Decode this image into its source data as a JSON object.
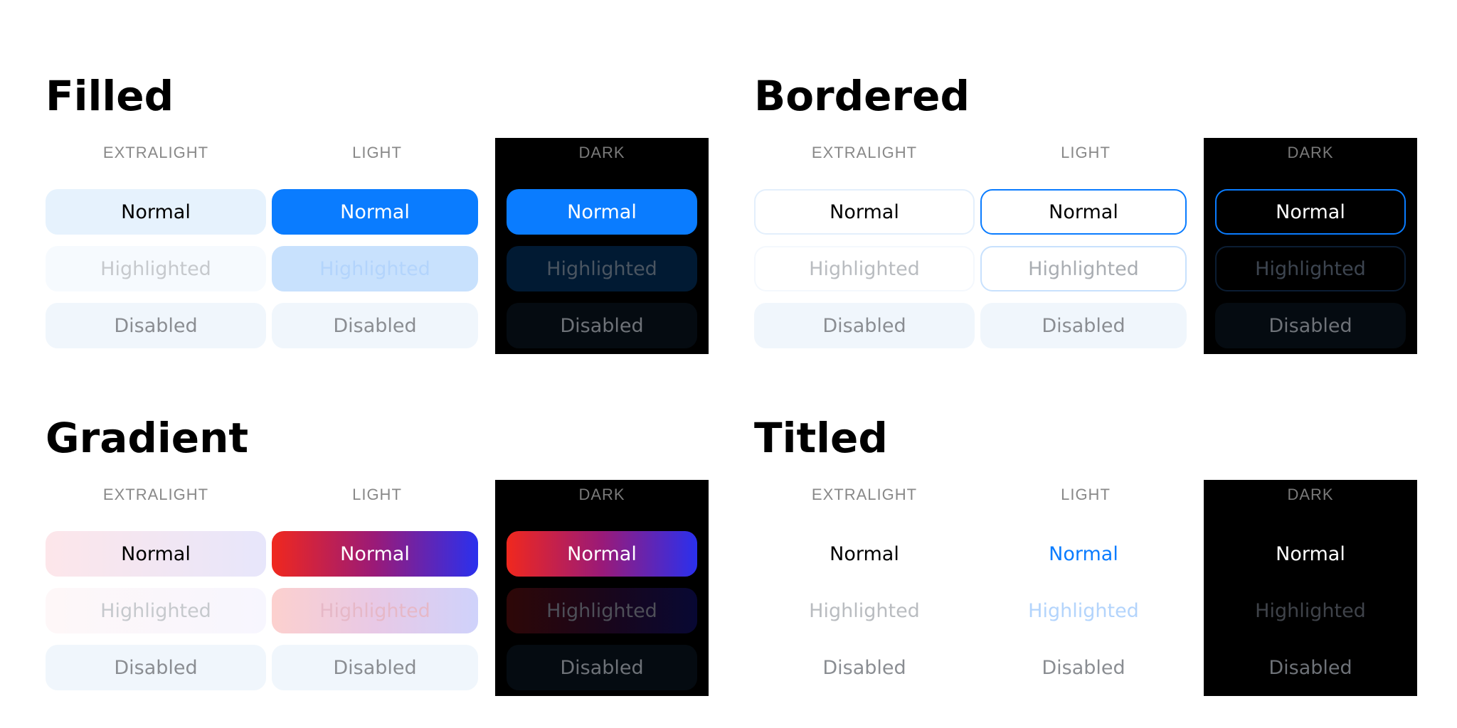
{
  "sections": [
    {
      "key": "filled",
      "title": "Filled",
      "columns": [
        {
          "label": "EXTRALIGHT",
          "normal": "Normal",
          "highlighted": "Highlighted",
          "disabled": "Disabled"
        },
        {
          "label": "LIGHT",
          "normal": "Normal",
          "highlighted": "Highlighted",
          "disabled": "Disabled"
        },
        {
          "label": "DARK",
          "normal": "Normal",
          "highlighted": "Highlighted",
          "disabled": "Disabled"
        }
      ]
    },
    {
      "key": "bordered",
      "title": "Bordered",
      "columns": [
        {
          "label": "EXTRALIGHT",
          "normal": "Normal",
          "highlighted": "Highlighted",
          "disabled": "Disabled"
        },
        {
          "label": "LIGHT",
          "normal": "Normal",
          "highlighted": "Highlighted",
          "disabled": "Disabled"
        },
        {
          "label": "DARK",
          "normal": "Normal",
          "highlighted": "Highlighted",
          "disabled": "Disabled"
        }
      ]
    },
    {
      "key": "gradient",
      "title": "Gradient",
      "columns": [
        {
          "label": "EXTRALIGHT",
          "normal": "Normal",
          "highlighted": "Highlighted",
          "disabled": "Disabled"
        },
        {
          "label": "LIGHT",
          "normal": "Normal",
          "highlighted": "Highlighted",
          "disabled": "Disabled"
        },
        {
          "label": "DARK",
          "normal": "Normal",
          "highlighted": "Highlighted",
          "disabled": "Disabled"
        }
      ]
    },
    {
      "key": "titled",
      "title": "Titled",
      "columns": [
        {
          "label": "EXTRALIGHT",
          "normal": "Normal",
          "highlighted": "Highlighted",
          "disabled": "Disabled"
        },
        {
          "label": "LIGHT",
          "normal": "Normal",
          "highlighted": "Highlighted",
          "disabled": "Disabled"
        },
        {
          "label": "DARK",
          "normal": "Normal",
          "highlighted": "Highlighted",
          "disabled": "Disabled"
        }
      ]
    }
  ],
  "colors": {
    "accent": "#0a7cff",
    "gradient_start": "#f0281e",
    "gradient_end": "#2a30ee",
    "dark_background": "#000000"
  }
}
